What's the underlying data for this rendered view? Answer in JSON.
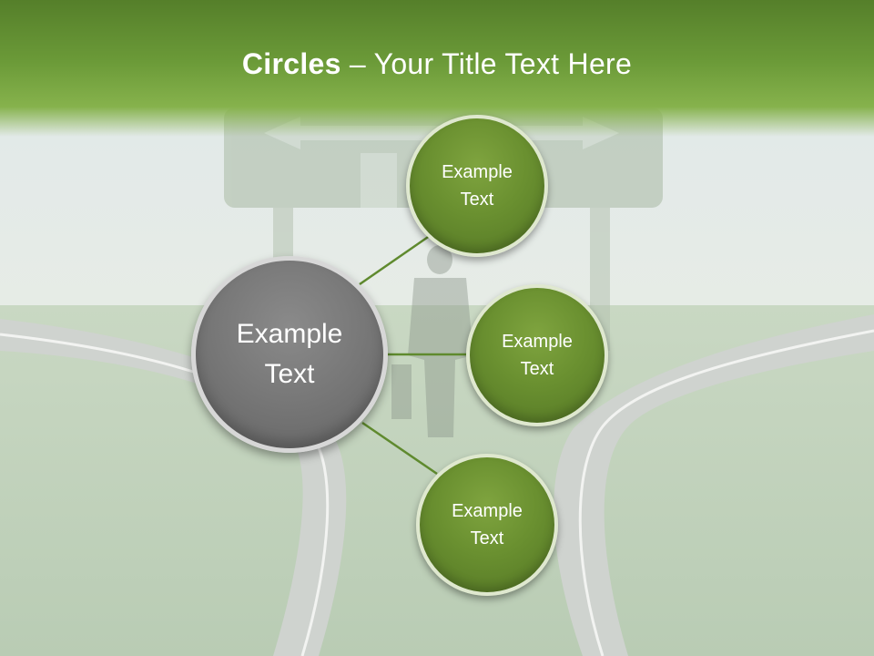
{
  "slide": {
    "title_bold": "Circles",
    "title_rest": " – Your Title Text Here",
    "center_circle": {
      "text": "Example\nText"
    },
    "satellites": [
      {
        "text": "Example\nText"
      },
      {
        "text": "Example\nText"
      },
      {
        "text": "Example\nText"
      }
    ]
  },
  "colors": {
    "header_green": "#6b9a38",
    "circle_green": "#6a9030",
    "circle_gray": "#777777",
    "connector": "#5f8a2e"
  },
  "icons": [
    "road-sign-background",
    "businessman-figure"
  ]
}
